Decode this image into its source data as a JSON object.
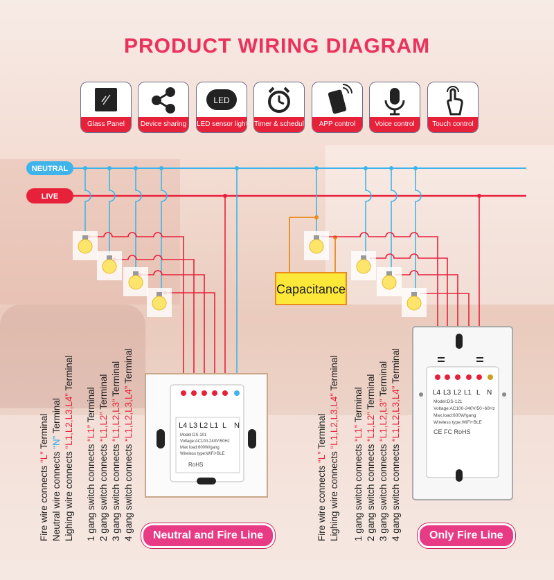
{
  "title": "PRODUCT WIRING DIAGRAM",
  "features": [
    {
      "label": "Glass Panel",
      "icon": "glass-panel-icon"
    },
    {
      "label": "Device sharing",
      "icon": "share-icon"
    },
    {
      "label": "LED sensor light",
      "icon": "led-icon",
      "icon_text": "LED"
    },
    {
      "label": "Timer & schedule",
      "icon": "alarm-clock-icon"
    },
    {
      "label": "APP control",
      "icon": "phone-app-icon"
    },
    {
      "label": "Voice control",
      "icon": "microphone-icon"
    },
    {
      "label": "Touch control",
      "icon": "touch-hand-icon"
    }
  ],
  "lines": {
    "neutral": "NEUTRAL",
    "live": "LIVE"
  },
  "capacitance": "Capacitance",
  "colors": {
    "neutral": "#3fb4ea",
    "live": "#e8213b",
    "capacitor": "#e88a1c",
    "accent": "#e83b86"
  },
  "left_switch": {
    "terminals": [
      "L4",
      "L3",
      "L2",
      "L1",
      "L",
      "N"
    ],
    "model": "Model:DS-101",
    "voltage": "Voltage:AC100-240V/50Hz",
    "max_load": "Max load:600W/gang",
    "wireless": "Wireless type:WiFi+BLE",
    "cert": "RoHS",
    "caption": "Neutral and Fire Line",
    "notes": [
      {
        "pre": "Fire wire connects ",
        "hl": "“L”",
        "post": " Terminal"
      },
      {
        "pre": "Neutral wire connects ",
        "hl": "“N”",
        "post": " Terminal"
      },
      {
        "pre": "Lighing wire connects ",
        "hl": "“L1,L2,L3,L4”",
        "post": " Terminal"
      }
    ],
    "gang_notes": [
      {
        "pre": "1 gang switch connects ",
        "hl": "“L1”",
        "post": " Terminal"
      },
      {
        "pre": "2 gang switch connects ",
        "hl": "“L1,L2”",
        "post": " Terminal"
      },
      {
        "pre": "3 gang switch connects ",
        "hl": "“L1,L2,L3”",
        "post": " Terminal"
      },
      {
        "pre": "4 gang switch connects ",
        "hl": "“L1,L2,L3,L4”",
        "post": " Terminal"
      }
    ]
  },
  "right_switch": {
    "terminals": [
      "L4",
      "L3",
      "L2",
      "L1",
      "L",
      "N"
    ],
    "model": "Model:DS-121",
    "voltage": "Voltage:AC100-240V/50~60Hz",
    "max_load": "Max.load:600W/gang",
    "wireless": "Wireless type:WiFi+BLE",
    "cert": "CE FC RoHS",
    "caption": "Only Fire Line",
    "notes": [
      {
        "pre": "Fire wire connects ",
        "hl": "“L”",
        "post": " Terminal"
      },
      {
        "pre": "Lighing wire connects ",
        "hl": "“L1,L2,L3,L4”",
        "post": " Terminal"
      }
    ],
    "gang_notes": [
      {
        "pre": "1 gang switch connects ",
        "hl": "“L1”",
        "post": " Terminal"
      },
      {
        "pre": "2 gang switch connects ",
        "hl": "“L1,L2”",
        "post": " Terminal"
      },
      {
        "pre": "3 gang switch connects ",
        "hl": "“L1,L2,L3”",
        "post": " Terminal"
      },
      {
        "pre": "4 gang switch connects ",
        "hl": "“L1,L2,L3,L4”",
        "post": " Terminal"
      }
    ]
  }
}
